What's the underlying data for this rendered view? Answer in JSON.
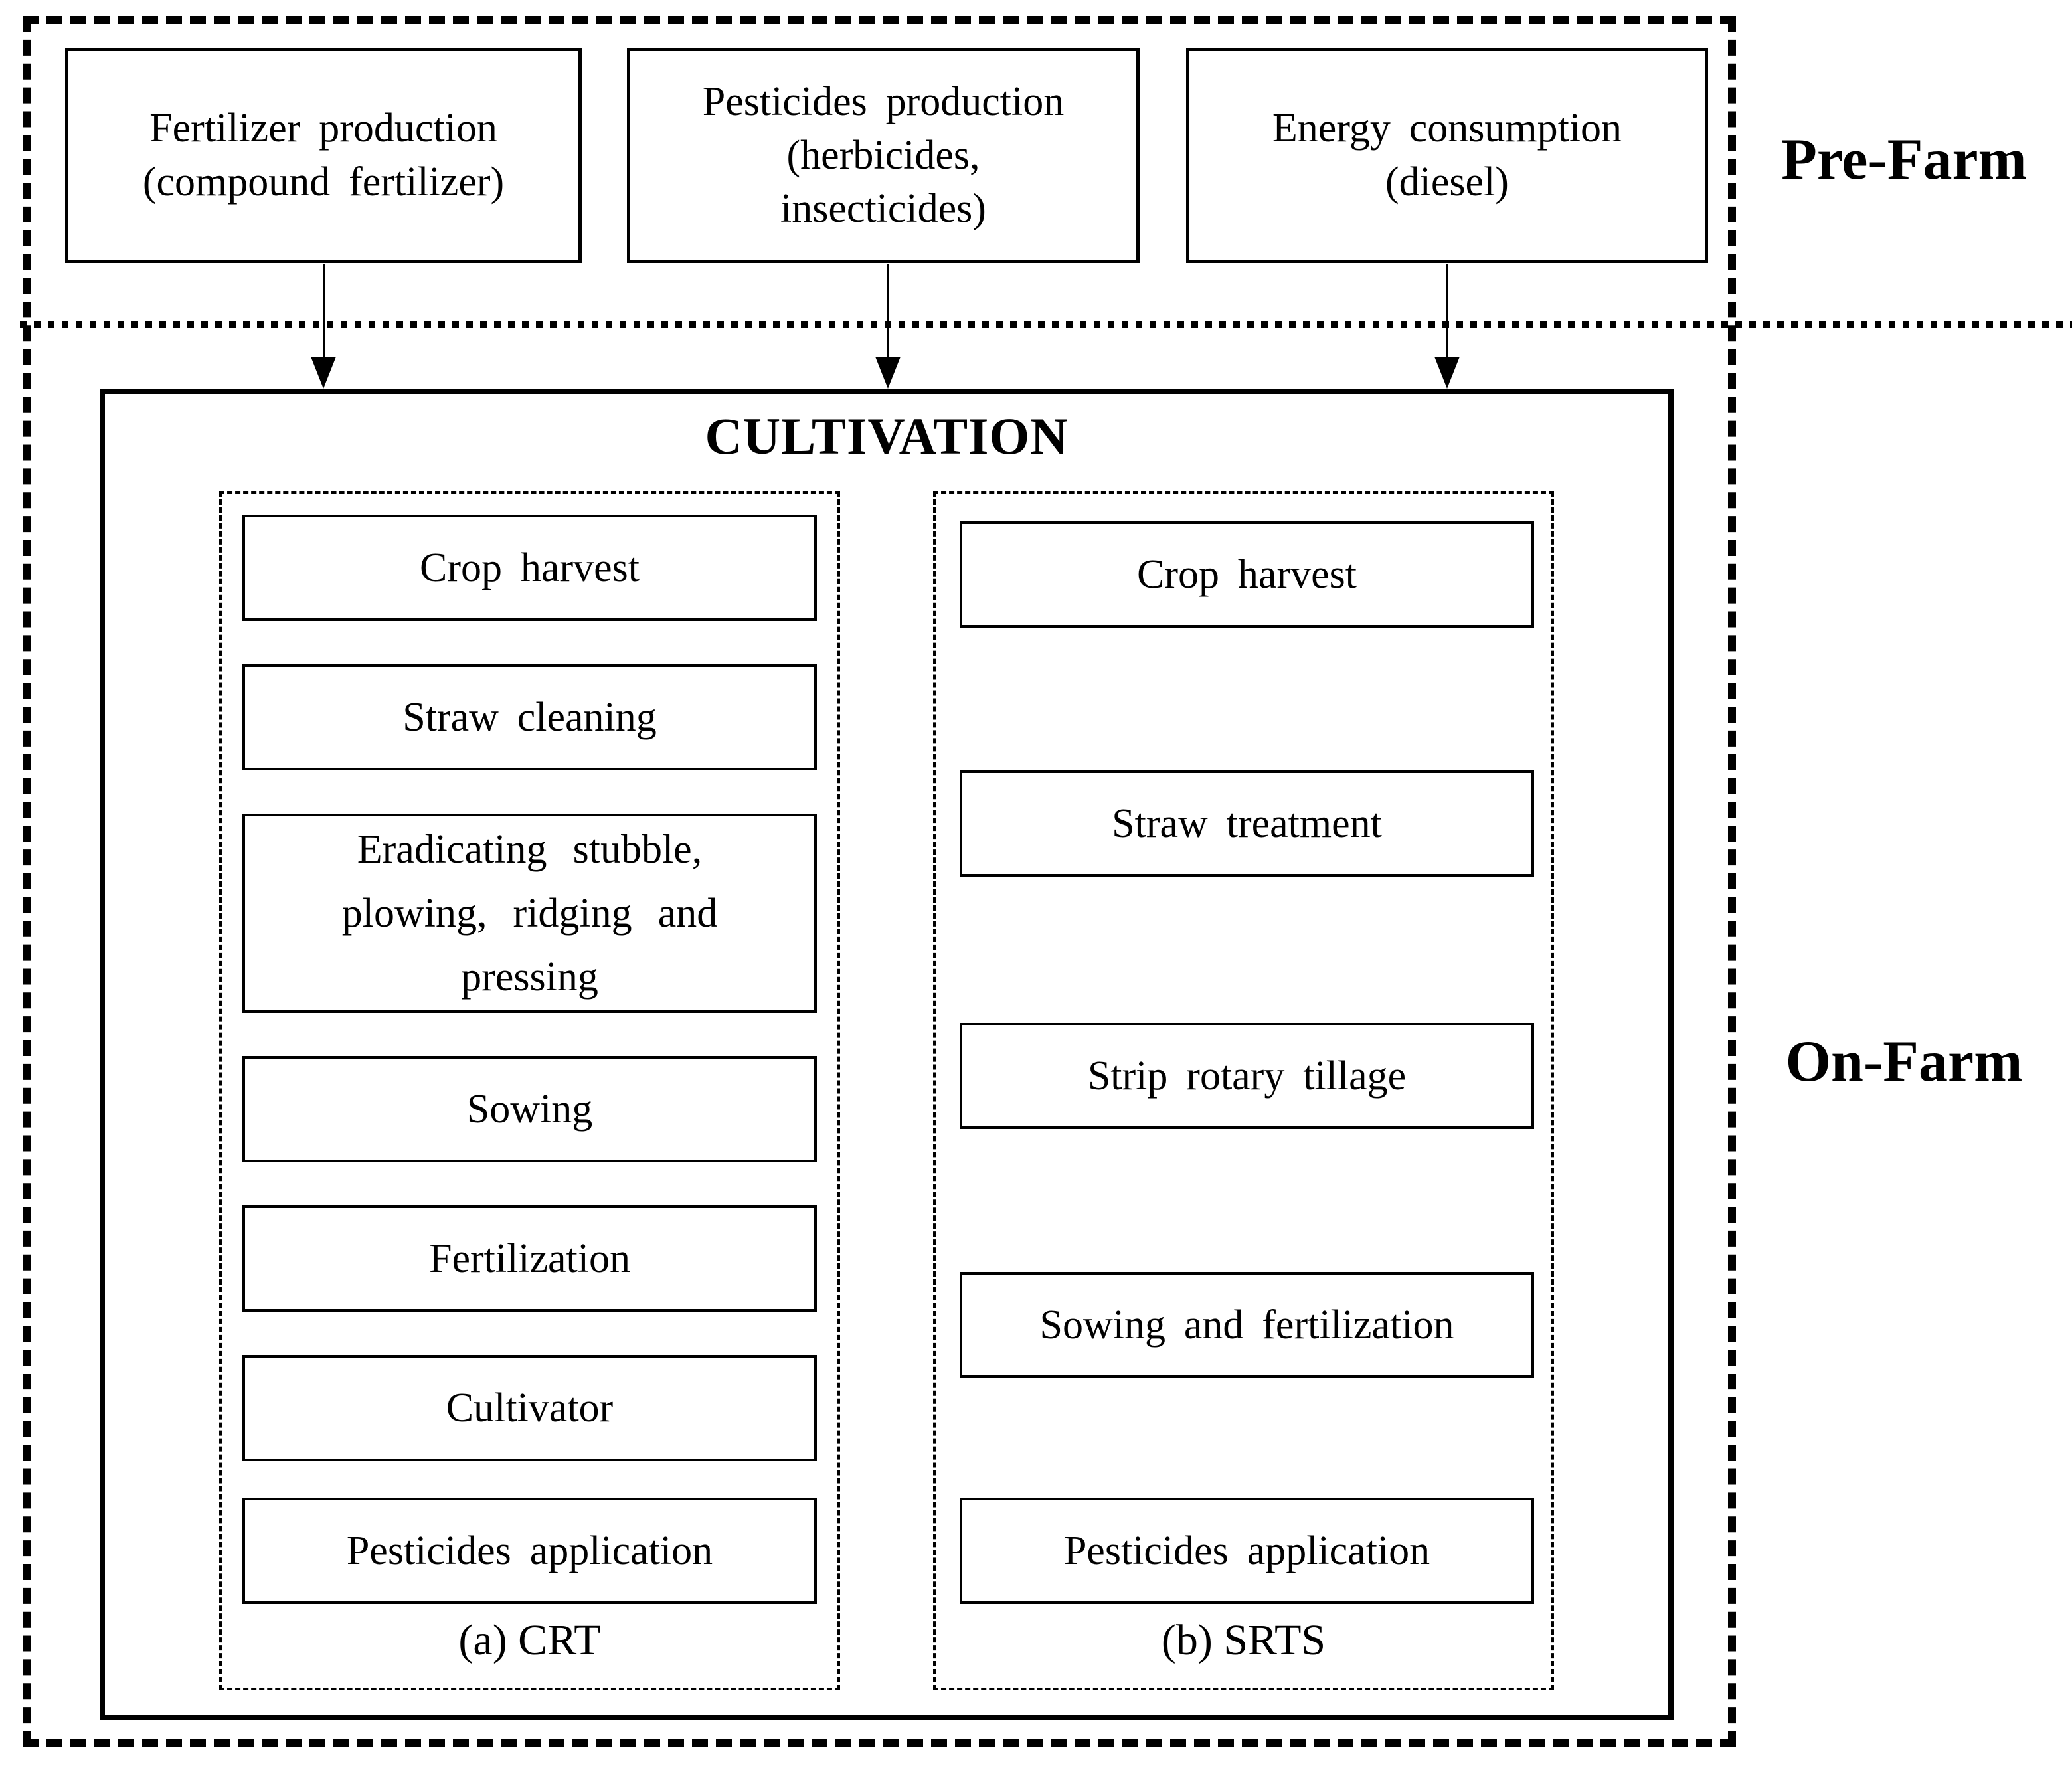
{
  "labels": {
    "cultivation": "CULTIVATION",
    "pre_farm": "Pre-Farm",
    "on_farm": "On-Farm",
    "crt": "(a) CRT",
    "srts": "(b) SRTS"
  },
  "pre_farm_boxes": [
    {
      "name": "fertilizer-production",
      "lines": [
        "Fertilizer production",
        "(compound fertilizer)"
      ]
    },
    {
      "name": "pesticides-production",
      "lines": [
        "Pesticides production",
        "(herbicides,",
        "insecticides)"
      ]
    },
    {
      "name": "energy-consumption",
      "lines": [
        "Energy consumption",
        "(diesel)"
      ]
    }
  ],
  "crt_steps": [
    {
      "lines": [
        "Crop harvest"
      ]
    },
    {
      "lines": [
        "Straw cleaning"
      ]
    },
    {
      "lines": [
        "Eradicating stubble,",
        "plowing, ridging and",
        "pressing"
      ]
    },
    {
      "lines": [
        "Sowing"
      ]
    },
    {
      "lines": [
        "Fertilization"
      ]
    },
    {
      "lines": [
        "Cultivator"
      ]
    },
    {
      "lines": [
        "Pesticides application"
      ]
    }
  ],
  "srts_steps": [
    {
      "lines": [
        "Crop harvest"
      ]
    },
    {
      "lines": [
        "Straw treatment"
      ]
    },
    {
      "lines": [
        "Strip rotary tillage"
      ]
    },
    {
      "lines": [
        "Sowing and fertilization"
      ]
    },
    {
      "lines": [
        "Pesticides application"
      ]
    }
  ],
  "colors": {
    "ink": "#000000",
    "background": "#ffffff"
  }
}
